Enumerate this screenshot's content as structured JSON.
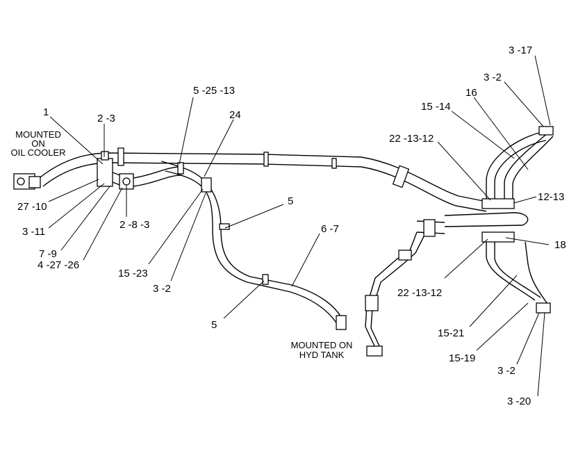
{
  "notes": {
    "oil_cooler": [
      "MOUNTED",
      "ON",
      "OIL COOLER"
    ],
    "hyd_tank": [
      "MOUNTED ON",
      "HYD TANK"
    ]
  },
  "callouts": {
    "c1": "1",
    "c2_3": "2 -3",
    "c5_25_13": "5 -25 -13",
    "c24": "24",
    "c27_10": "27 -10",
    "c2_8_3": "2 -8 -3",
    "c3_11": "3 -11",
    "c7_9": "7 -9",
    "c4_27_26": "4 -27 -26",
    "c15_23": "15 -23",
    "c3_2_a": "3 -2",
    "c5_a": "5",
    "c6_7": "6 -7",
    "c5_b": "5",
    "c3_17": "3 -17",
    "c3_2_b": "3 -2",
    "c16": "16",
    "c15_14": "15 -14",
    "c22_13_12_a": "22 -13-12",
    "c12_13": "12-13",
    "c18": "18",
    "c22_13_12_b": "22 -13-12",
    "c15_21": "15-21",
    "c15_19": "15-19",
    "c3_2_c": "3 -2",
    "c3_20": "3 -20"
  }
}
